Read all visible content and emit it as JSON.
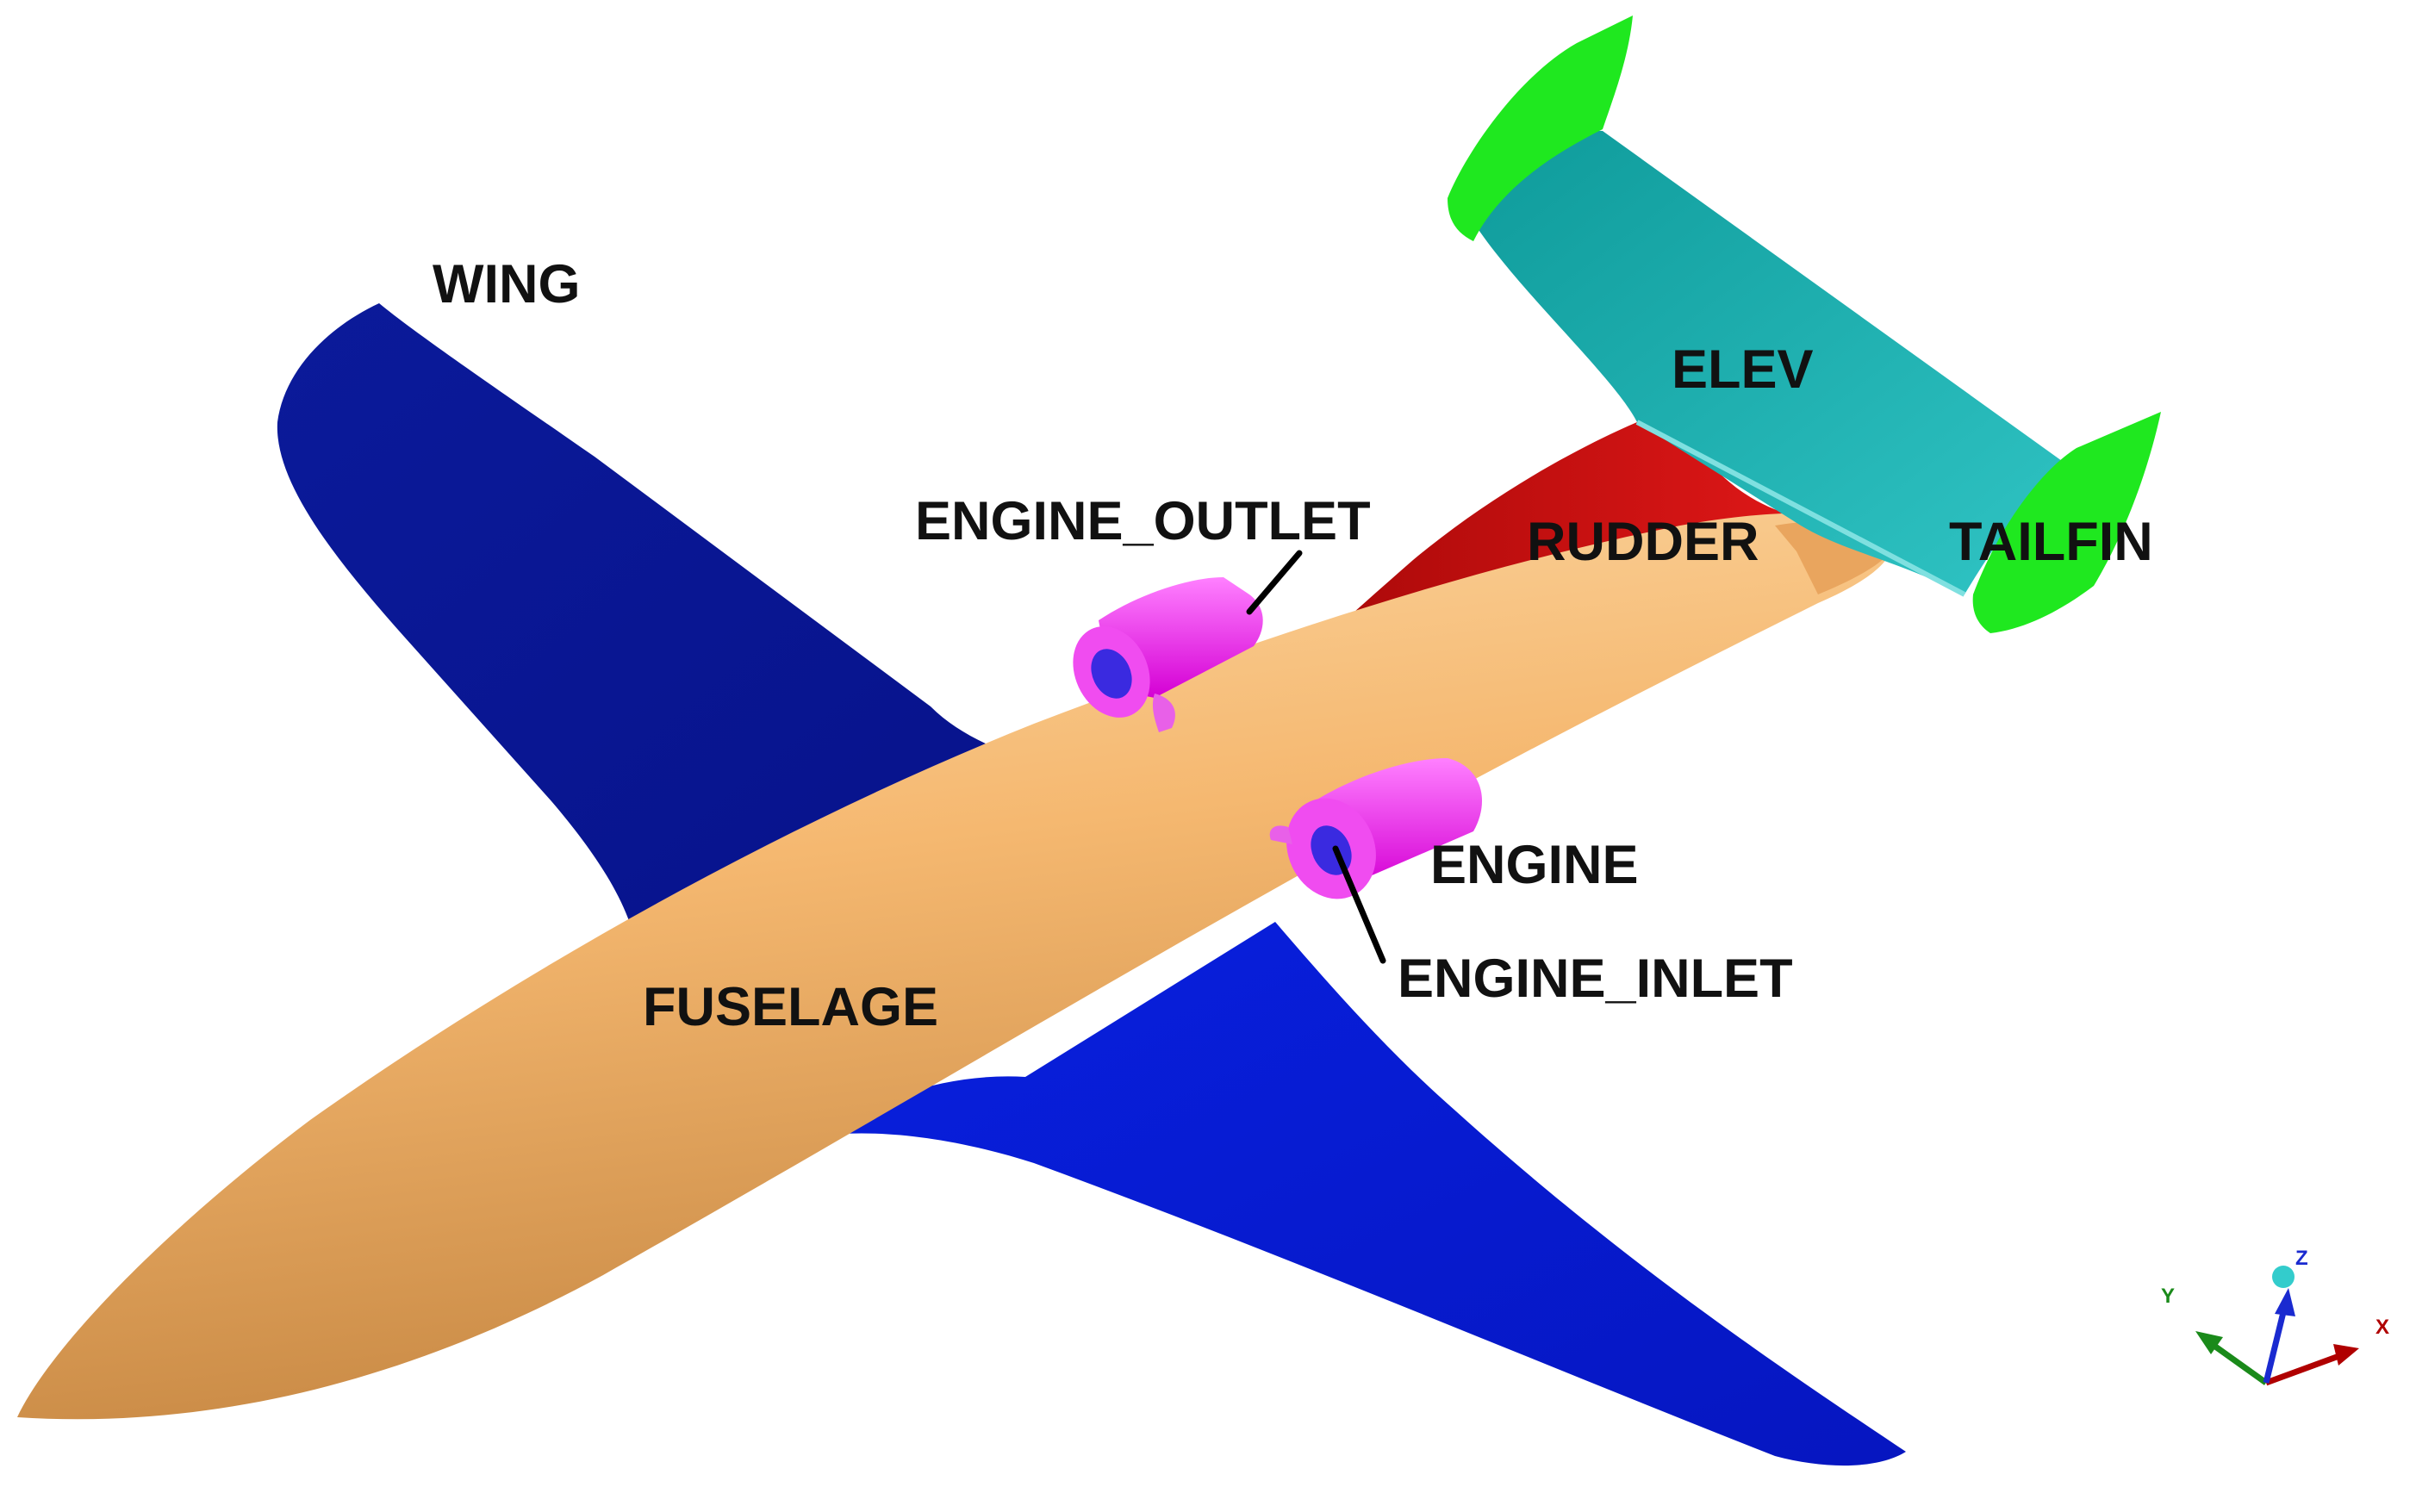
{
  "labels": {
    "wing": "WING",
    "elev": "ELEV",
    "engine_outlet": "ENGINE_OUTLET",
    "rudder": "RUDDER",
    "tailfin": "TAILFIN",
    "engine": "ENGINE",
    "engine_inlet": "ENGINE_INLET",
    "fuselage": "FUSELAGE"
  },
  "axes": {
    "x": "X",
    "y": "Y",
    "z": "Z"
  },
  "colors": {
    "wing": "#0a14b4",
    "fuselage": "#f5b870",
    "engine": "#ff2bff",
    "rudder": "#c80a0a",
    "elevator": "#12a8a8",
    "tailfin": "#1fe81f",
    "axis_x": "#b00000",
    "axis_y": "#1a8a1a",
    "axis_z": "#1a2ad0",
    "origin": "#33cccc"
  }
}
